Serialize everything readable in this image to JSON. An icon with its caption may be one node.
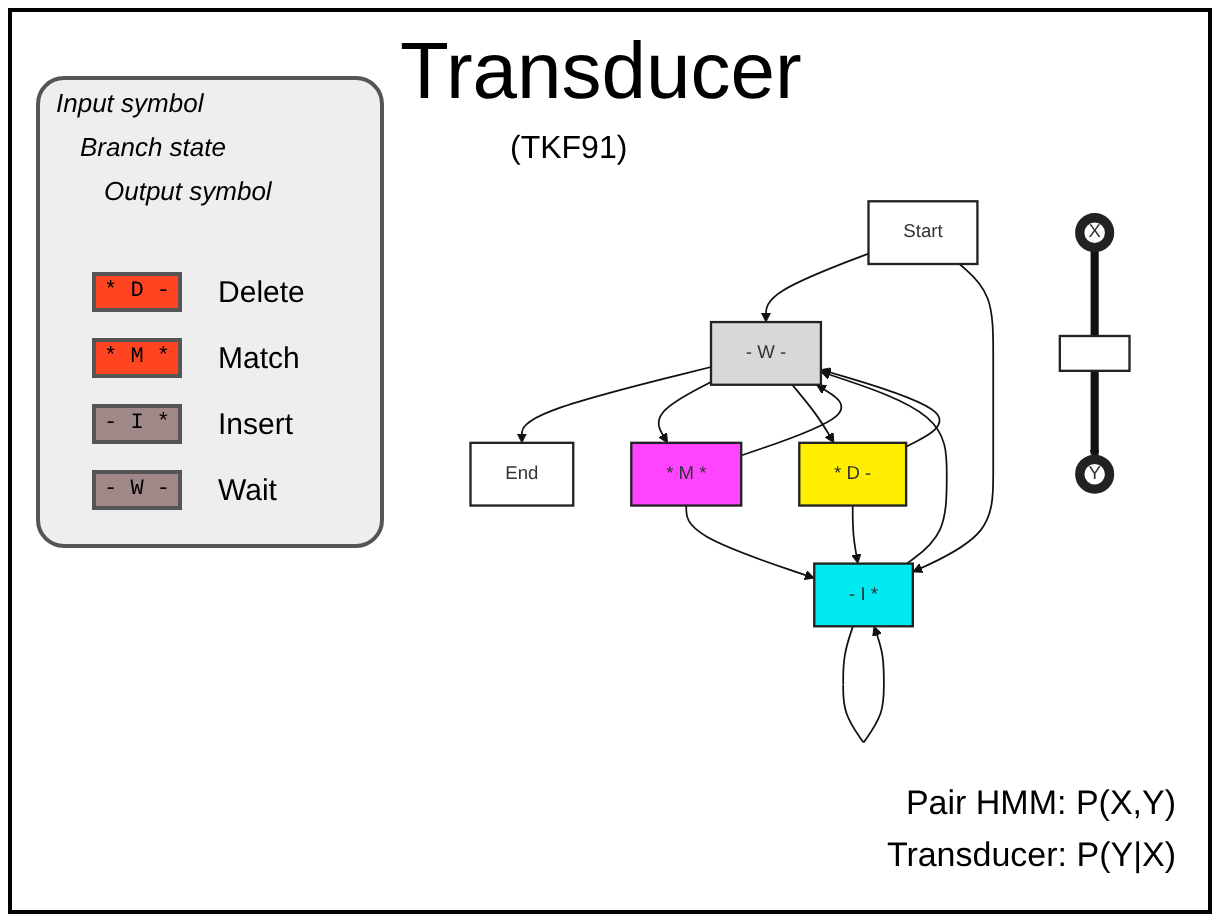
{
  "diagram": {
    "title": "Transducer",
    "nodes": [
      {
        "text": [
          "Start"
        ]
      },
      {
        "text": [
          "- W -"
        ]
      },
      {
        "text": [
          "End"
        ]
      },
      {
        "text": [
          "* M *"
        ]
      },
      {
        "text": [
          "* D -"
        ]
      },
      {
        "text": [
          "- I *"
        ]
      },
      {
        "text": [
          "X"
        ]
      },
      {
        "text": [],
        "shape": "box"
      },
      {
        "text": [
          "Y"
        ]
      }
    ],
    "edges": [
      {
        "from": 0,
        "to": 1,
        "arrow": "to"
      },
      {
        "from": 0,
        "to": 5,
        "arrow": "to"
      },
      {
        "from": 1,
        "to": 2,
        "arrow": "to"
      },
      {
        "from": 1,
        "to": 3,
        "arrow": "to"
      },
      {
        "from": 3,
        "to": 1,
        "arrow": "to"
      },
      {
        "from": 1,
        "to": 4,
        "arrow": "to"
      },
      {
        "from": 4,
        "to": 1,
        "arrow": "to"
      },
      {
        "from": 3,
        "to": 5,
        "arrow": "to"
      },
      {
        "from": 4,
        "to": 5,
        "arrow": "to"
      },
      {
        "from": 5,
        "to": 1,
        "arrow": "to"
      },
      {
        "from": 5,
        "to": 5,
        "arrow": "to"
      },
      {
        "from": 6,
        "to": 7,
        "arrow": "none",
        "style": "thick"
      },
      {
        "from": 7,
        "to": 8,
        "arrow": "to",
        "style": "thick"
      }
    ],
    "labels": [
      "(TKF91)",
      "Input symbol",
      "Branch state",
      "Output symbol",
      "* D -",
      "* M *",
      "- I *",
      "- W -",
      "Pair HMM: P(X,Y)",
      "Transducer: P(Y|X)"
    ],
    "legend": [
      {
        "text": "Delete"
      },
      {
        "text": "Match"
      },
      {
        "text": "Insert"
      },
      {
        "text": "Wait"
      }
    ]
  }
}
